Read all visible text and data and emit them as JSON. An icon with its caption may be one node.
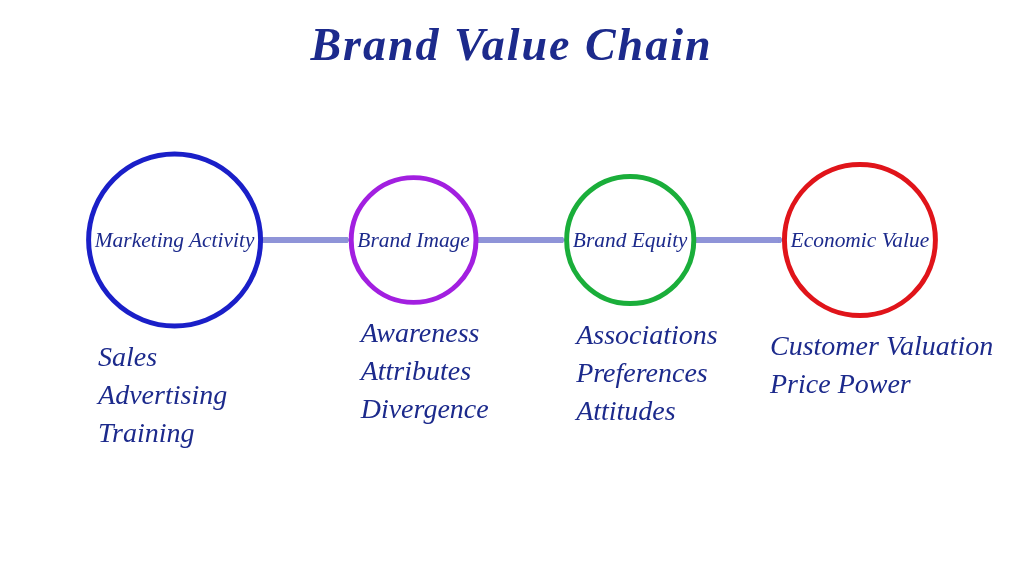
{
  "diagram": {
    "title": "Brand Value Chain",
    "nodes": [
      {
        "text": [
          "Marketing Activity"
        ],
        "beside": [
          "Sales",
          "Advertising",
          "Training"
        ]
      },
      {
        "text": [
          "Brand Image"
        ],
        "beside": [
          "Awareness",
          "Attributes",
          "Divergence"
        ]
      },
      {
        "text": [
          "Brand Equity"
        ],
        "beside": [
          "Associations",
          "Preferences",
          "Attitudes"
        ]
      },
      {
        "text": [
          "Economic Value"
        ],
        "beside": [
          "Customer Valuation",
          "Price Power"
        ]
      }
    ],
    "edges": [
      {
        "from": 0,
        "to": 1,
        "arrow": "to"
      },
      {
        "from": 1,
        "to": 2,
        "arrow": "to"
      },
      {
        "from": 2,
        "to": 3,
        "arrow": "to"
      }
    ]
  }
}
